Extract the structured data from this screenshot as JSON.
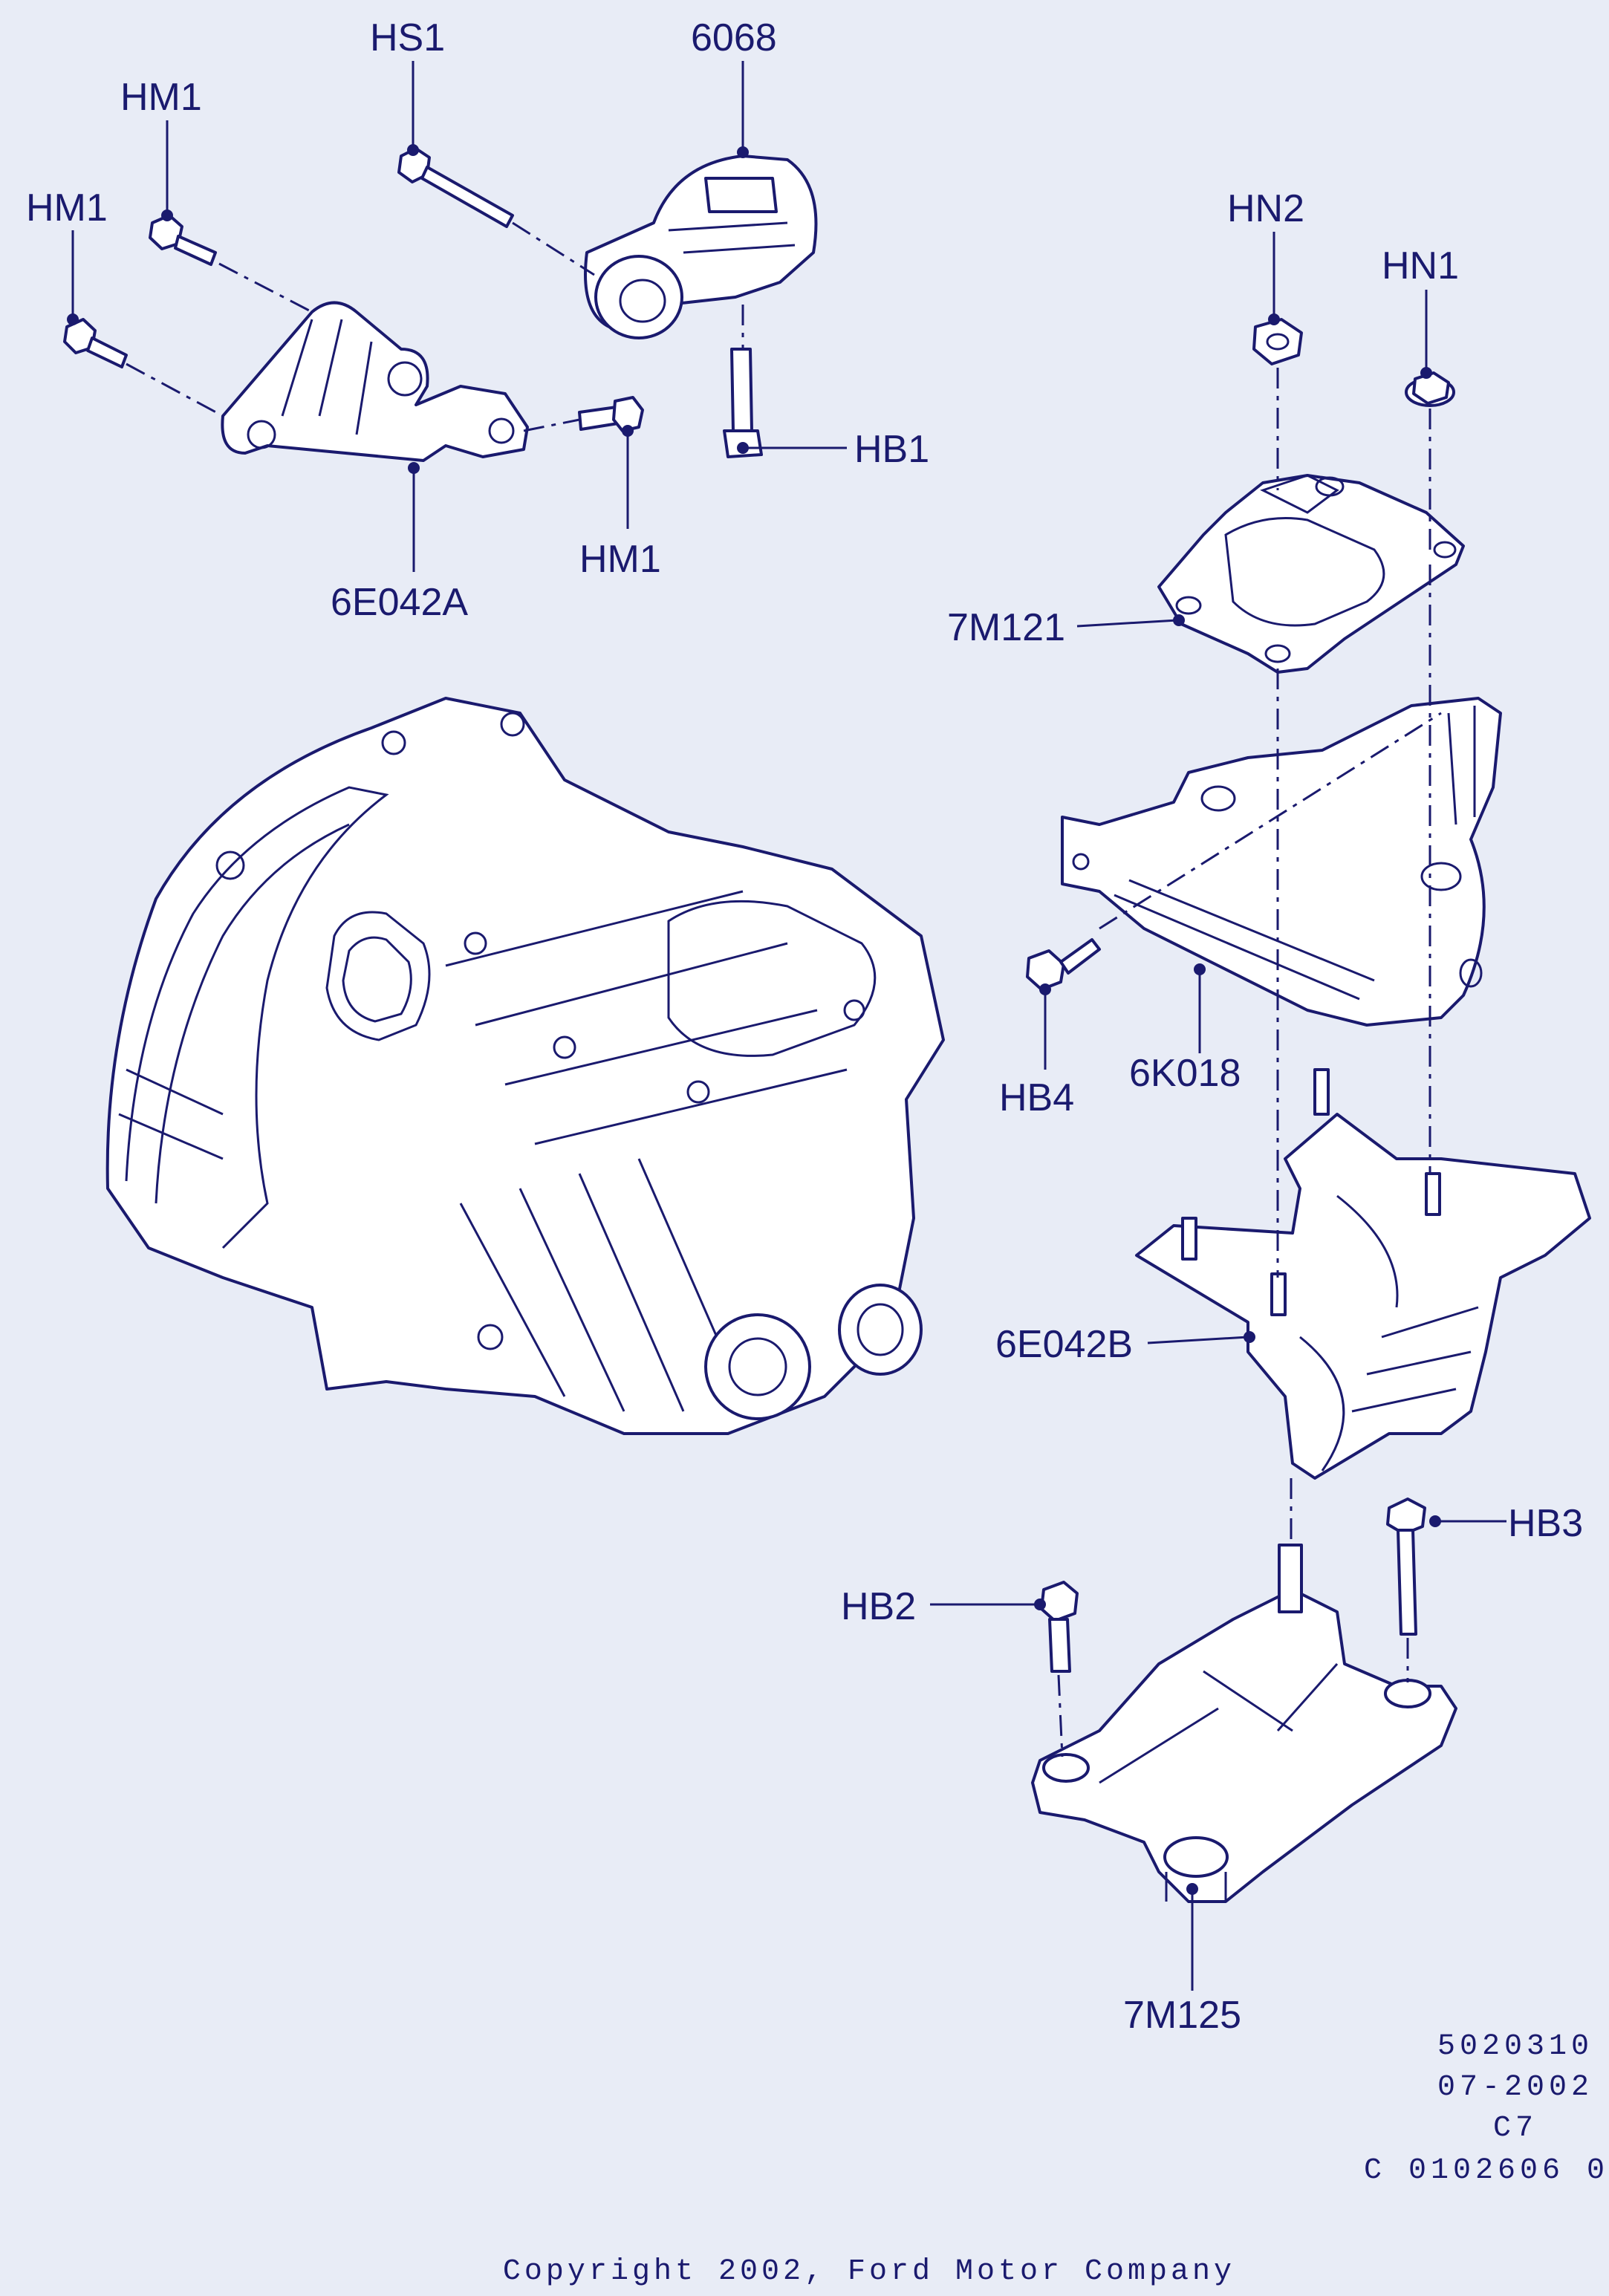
{
  "diagram": {
    "colors": {
      "background": "#e8ecf6",
      "ink": "#1a1a6e",
      "part_fill": "#ffffff"
    },
    "labels": {
      "hs1": "HS1",
      "p6068": "6068",
      "hm1_a": "HM1",
      "hm1_b": "HM1",
      "hm1_c": "HM1",
      "hb1": "HB1",
      "p6e042a": "6E042A",
      "hn2": "HN2",
      "hn1": "HN1",
      "p7m121": "7M121",
      "hb4": "HB4",
      "p6k018": "6K018",
      "p6e042b": "6E042B",
      "hb3": "HB3",
      "hb2": "HB2",
      "p7m125": "7M125"
    },
    "info_block": [
      "5020310",
      "07-2002",
      "C7",
      "C 0102606 0"
    ],
    "copyright": "Copyright 2002, Ford Motor Company"
  }
}
